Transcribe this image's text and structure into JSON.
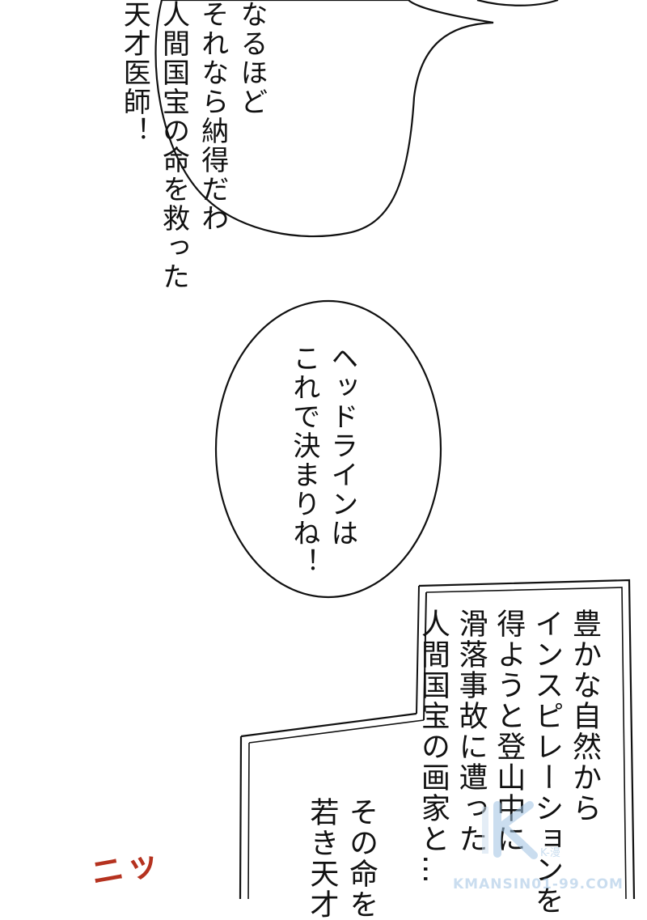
{
  "speech_top": {
    "text": "なるほど\nそれなら納得だわ\n人間国宝の命を救った\n天才医師！"
  },
  "speech_middle": {
    "text": "ヘッドラインは\nこれで決まりね！"
  },
  "caption_box_right": {
    "text": "豊かな自然から\nインスピレーションを\n得ようと登山中に\n滑落事故に遭った\n人間国宝の画家と…"
  },
  "caption_box_left": {
    "text": "その命を\n若き天才"
  },
  "sound_effect": {
    "text": "ニッ"
  },
  "watermark": {
    "label": "K-漫",
    "site": "KMANSIN01-99.COM"
  },
  "colors": {
    "ink": "#111111",
    "sfx": "#b5321f",
    "watermark": "#9fc3e3"
  }
}
